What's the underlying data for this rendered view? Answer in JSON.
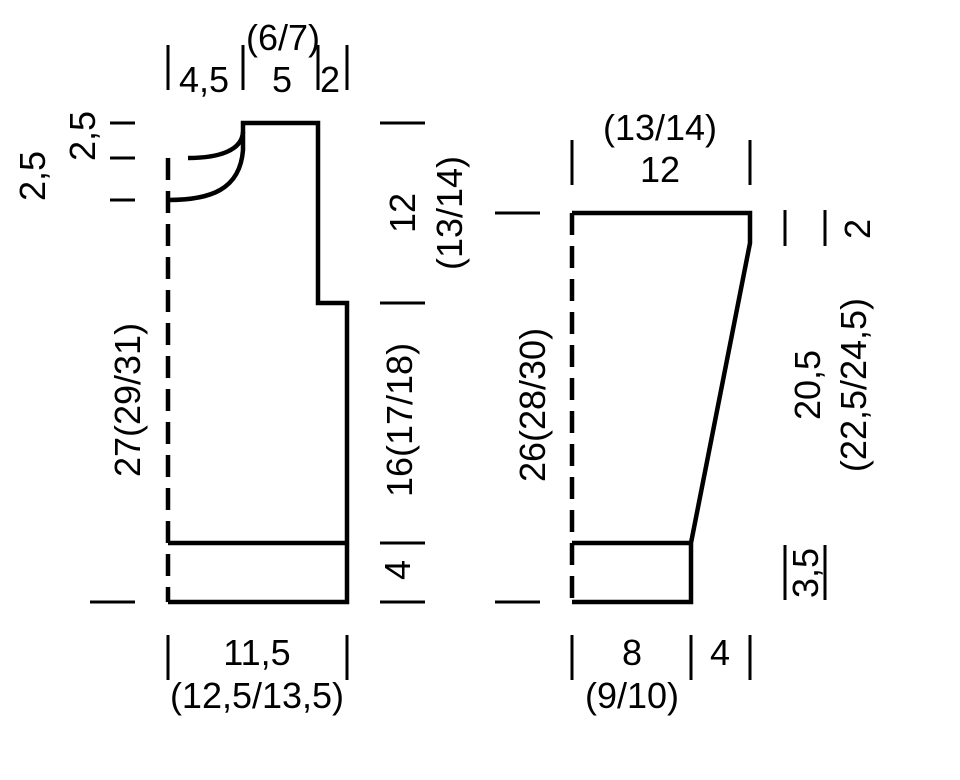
{
  "colors": {
    "line": "#000000",
    "background": "#ffffff"
  },
  "left_piece": {
    "top_total": "(6/7)",
    "top_a": "4,5",
    "top_b": "5",
    "top_c": "2",
    "left_a": "2,5",
    "left_b": "2,5",
    "height_total": "27(29/31)",
    "right_upper_a": "12",
    "right_upper_b": "(13/14)",
    "right_mid": "16(17/18)",
    "right_low": "4",
    "bottom_a": "11,5",
    "bottom_b": "(12,5/13,5)"
  },
  "right_piece": {
    "top_a": "(13/14)",
    "top_b": "12",
    "height_total": "26(28/30)",
    "right_top": "2",
    "right_mid_a": "20,5",
    "right_mid_b": "(22,5/24,5)",
    "right_low": "3,5",
    "bottom_a": "8",
    "bottom_b": "(9/10)",
    "bottom_c": "4"
  }
}
